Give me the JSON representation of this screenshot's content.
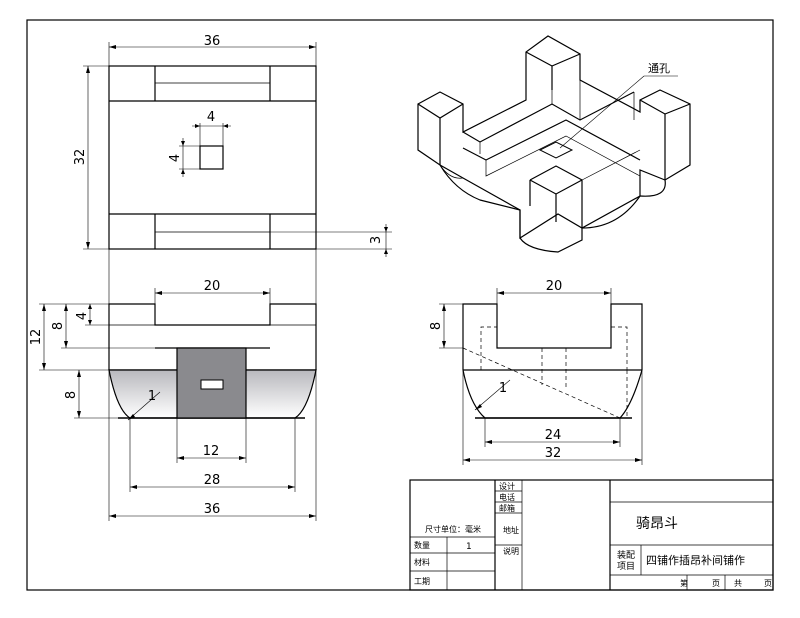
{
  "dimensions": {
    "top_width": "36",
    "top_height": "32",
    "hole_w": "4",
    "hole_h": "4",
    "slot_depth": "3",
    "front_slot": "20",
    "front_total_h": "12",
    "front_upper_h": "8",
    "front_slot_h": "4",
    "front_lower_h": "8",
    "front_r": "1",
    "front_neck": "12",
    "front_base": "28",
    "front_width": "36",
    "side_slot": "20",
    "side_h": "8",
    "side_r": "1",
    "side_base": "24",
    "side_width": "32"
  },
  "annotations": {
    "through_hole": "通孔"
  },
  "title_block": {
    "design": "设计",
    "phone": "电话",
    "email": "邮箱",
    "address": "地址",
    "notes": "说明",
    "unit": "尺寸单位：毫米",
    "qty_label": "数量",
    "qty_value": "1",
    "material_label": "材料",
    "hours_label": "工期",
    "part_name": "骑昂斗",
    "assembly_label_1": "装配",
    "assembly_label_2": "项目",
    "assembly_value": "四铺作插昂补间铺作",
    "page_no": "第",
    "page_word": "页",
    "total_word": "共",
    "total_page_word": "页"
  }
}
